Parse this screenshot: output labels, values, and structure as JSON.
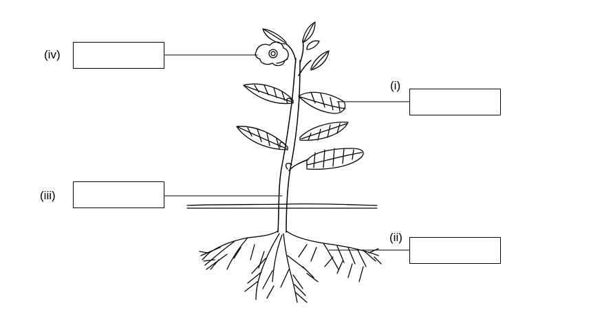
{
  "diagram": {
    "labels": {
      "i": "(i)",
      "ii": "(ii)",
      "iii": "(iii)",
      "iv": "(iv)"
    },
    "answer_boxes": {
      "i": "",
      "ii": "",
      "iii": "",
      "iv": ""
    }
  }
}
